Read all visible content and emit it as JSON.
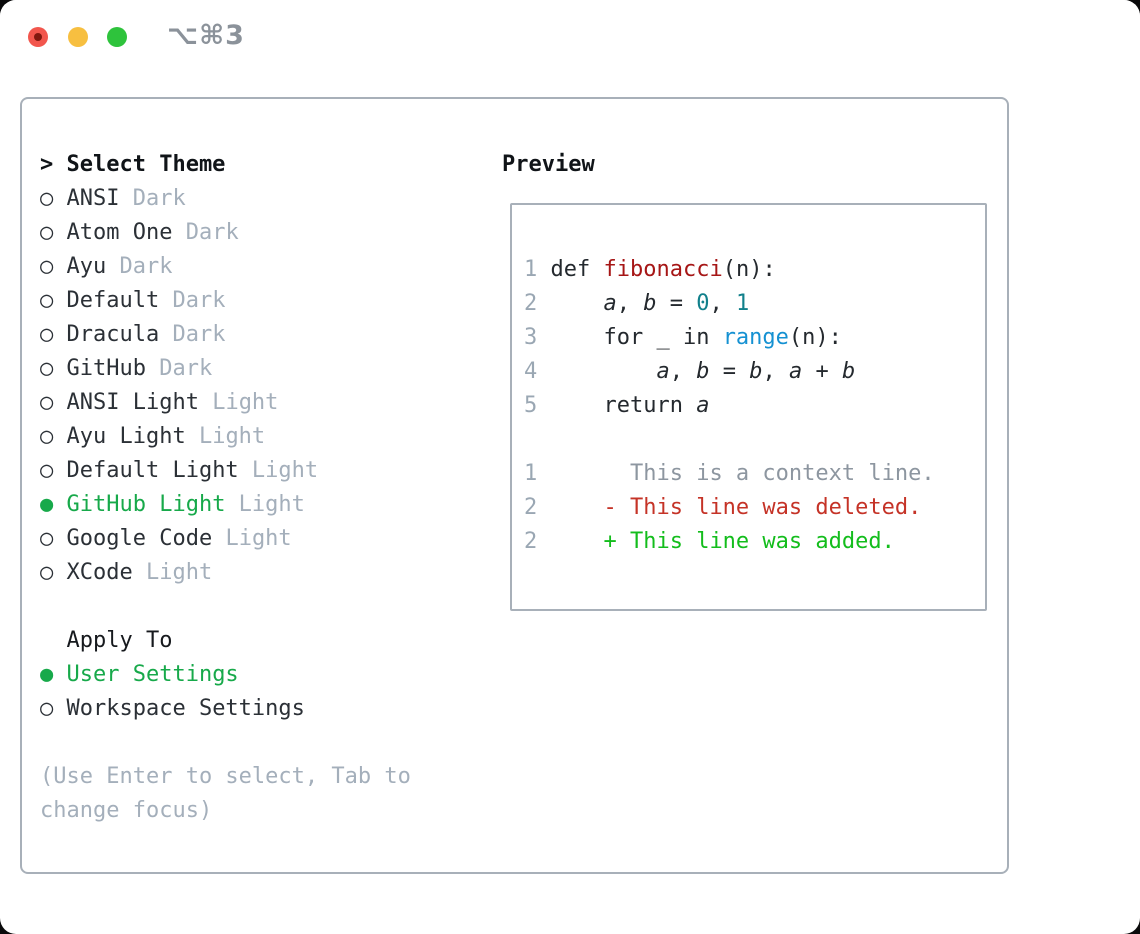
{
  "titlebar": {
    "title": "⌥⌘3",
    "traffic_lights": [
      {
        "name": "close",
        "color": "#f2564d",
        "inner_dot": "#80180f"
      },
      {
        "name": "minimize",
        "color": "#f7bf40"
      },
      {
        "name": "zoom",
        "color": "#2ec33c"
      }
    ]
  },
  "theme_selector": {
    "header": {
      "prefix": ">",
      "label": "Select Theme"
    },
    "unselected_marker": "○",
    "selected_marker": "●",
    "themes": [
      {
        "name": "ANSI",
        "variant": "Dark",
        "selected": false
      },
      {
        "name": "Atom One",
        "variant": "Dark",
        "selected": false
      },
      {
        "name": "Ayu",
        "variant": "Dark",
        "selected": false
      },
      {
        "name": "Default",
        "variant": "Dark",
        "selected": false
      },
      {
        "name": "Dracula",
        "variant": "Dark",
        "selected": false
      },
      {
        "name": "GitHub",
        "variant": "Dark",
        "selected": false
      },
      {
        "name": "ANSI Light",
        "variant": "Light",
        "selected": false
      },
      {
        "name": "Ayu Light",
        "variant": "Light",
        "selected": false
      },
      {
        "name": "Default Light",
        "variant": "Light",
        "selected": false
      },
      {
        "name": "GitHub Light",
        "variant": "Light",
        "selected": true
      },
      {
        "name": "Google Code",
        "variant": "Light",
        "selected": false
      },
      {
        "name": "XCode",
        "variant": "Light",
        "selected": false
      }
    ],
    "apply_to": {
      "header": "Apply To",
      "options": [
        {
          "name": "User Settings",
          "selected": true
        },
        {
          "name": "Workspace Settings",
          "selected": false
        }
      ]
    },
    "hint_lines": [
      "(Use Enter to select, Tab to",
      "change focus)"
    ]
  },
  "preview": {
    "header": "Preview",
    "code_lines": [
      {
        "no": "1",
        "segments": [
          [
            "def ",
            "plain"
          ],
          [
            "fibonacci",
            "func"
          ],
          [
            "(n):",
            "plain"
          ]
        ]
      },
      {
        "no": "2",
        "segments": [
          [
            "    ",
            "plain"
          ],
          [
            "a",
            "var"
          ],
          [
            ", ",
            "plain"
          ],
          [
            "b",
            "var"
          ],
          [
            " = ",
            "plain"
          ],
          [
            "0",
            "number"
          ],
          [
            ", ",
            "plain"
          ],
          [
            "1",
            "number"
          ]
        ]
      },
      {
        "no": "3",
        "segments": [
          [
            "    for _ in ",
            "plain"
          ],
          [
            "range",
            "builtin"
          ],
          [
            "(n):",
            "plain"
          ]
        ]
      },
      {
        "no": "4",
        "segments": [
          [
            "        ",
            "plain"
          ],
          [
            "a",
            "var"
          ],
          [
            ", ",
            "plain"
          ],
          [
            "b",
            "var"
          ],
          [
            " = ",
            "plain"
          ],
          [
            "b",
            "var"
          ],
          [
            ", ",
            "plain"
          ],
          [
            "a",
            "var"
          ],
          [
            " + ",
            "plain"
          ],
          [
            "b",
            "var"
          ]
        ]
      },
      {
        "no": "5",
        "segments": [
          [
            "    return ",
            "plain"
          ],
          [
            "a",
            "var"
          ]
        ]
      },
      {
        "blank": true
      },
      {
        "no": "1",
        "segments": [
          [
            "      This is a context line.",
            "context"
          ]
        ]
      },
      {
        "no": "2",
        "segments": [
          [
            "    - This line was deleted.",
            "deleted"
          ]
        ]
      },
      {
        "no": "2",
        "segments": [
          [
            "    + This line was added.",
            "added"
          ]
        ]
      }
    ]
  },
  "colors": {
    "selected_green": "#17a94a",
    "plain": "#24292e",
    "func_red": "#a61616",
    "number_teal": "#11808b",
    "builtin_blue": "#1591d2",
    "context_gray": "#8d96a0",
    "deleted_red": "#c53327",
    "added_green": "#13bd1c",
    "line_number_gray": "#9aa7b3",
    "tag_gray": "#a4afbb",
    "border_gray": "#a8b0b9"
  }
}
